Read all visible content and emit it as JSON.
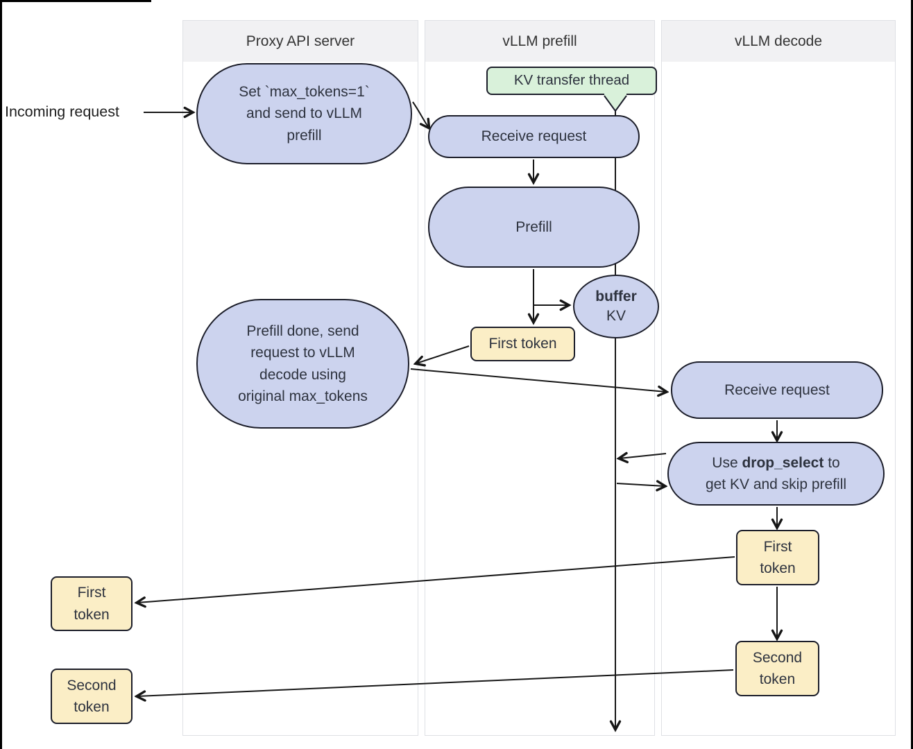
{
  "lanes": {
    "headers": [
      {
        "label": "Proxy API server"
      },
      {
        "label": "vLLM prefill"
      },
      {
        "label": "vLLM decode"
      }
    ]
  },
  "external": {
    "incoming_label": "Incoming request"
  },
  "nodes": {
    "proxy_set": {
      "text": "Set `max_tokens=1`\nand send to vLLM\nprefill"
    },
    "kv_thread": {
      "text": "KV transfer thread"
    },
    "receive_prefill": {
      "text": "Receive request"
    },
    "prefill": {
      "text": "Prefill"
    },
    "buffer": {
      "bold": "buffer",
      "rest": "KV"
    },
    "first_token_prefill": {
      "text": "First token"
    },
    "prefill_done": {
      "text": "Prefill done, send\nrequest to vLLM\ndecode using\noriginal max_tokens"
    },
    "receive_decode": {
      "text": "Receive request"
    },
    "drop_select": {
      "pre": "Use ",
      "bold": "drop_select",
      "post": " to",
      "line2": "get KV and skip prefill"
    },
    "first_token_decode": {
      "text": "First\ntoken"
    },
    "second_token_decode": {
      "text": "Second\ntoken"
    },
    "first_token_out": {
      "text": "First\ntoken"
    },
    "second_token_out": {
      "text": "Second\ntoken"
    }
  },
  "colors": {
    "node_fill": "#ccd3ee",
    "node_border": "#1b1d29",
    "token_fill": "#fbeec6",
    "thread_fill": "#d9f1da",
    "header_bg": "#f1f1f3",
    "lane_border": "#dee0e4",
    "arrow": "#161616",
    "text": "#2d323e"
  }
}
